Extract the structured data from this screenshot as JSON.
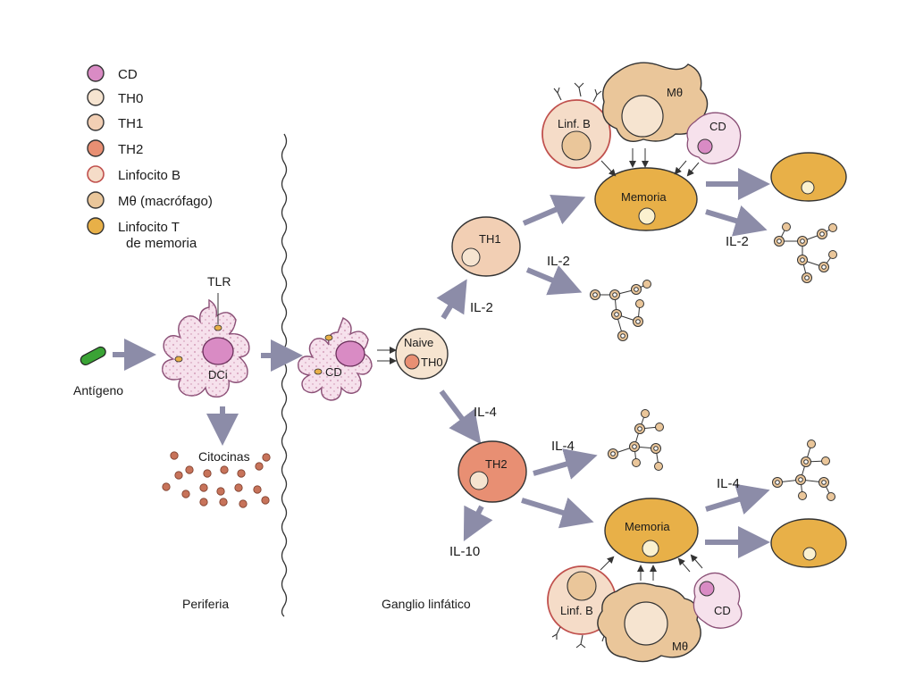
{
  "legend": {
    "items": [
      {
        "label": "CD",
        "color": "#d98bc4"
      },
      {
        "label": "TH0",
        "color": "#f6e4d0"
      },
      {
        "label": "TH1",
        "color": "#f2cfb4"
      },
      {
        "label": "TH2",
        "color": "#e88f73"
      },
      {
        "label": "Linfocito B",
        "color": "#f5dcc8"
      },
      {
        "label": "Mθ (macrófago)",
        "color": "#eac69a"
      },
      {
        "label": "Linfocito T",
        "color": "#e8b048"
      }
    ],
    "last_label_line2": "de memoria"
  },
  "colors": {
    "arrow": "#8c8ca8",
    "memory": "#e8b048",
    "dc_body": "#f6e1ec",
    "dc_outline": "#8a4f76",
    "antigen": "#3aa335",
    "cytokine": "#c7735a",
    "th2": "#e88f73",
    "th1": "#f2cfb4",
    "th0": "#f6e4d0",
    "macrophage": "#eac69a",
    "lymph_b": "#f5dcc8",
    "cd": "#d98bc4"
  },
  "labels": {
    "tlr": "TLR",
    "antigen": "Antígeno",
    "dci": "DCi",
    "citocinas": "Citocinas",
    "cd_dc": "CD",
    "naive_line1": "Naive",
    "naive_line2": "TH0",
    "th1": "TH1",
    "th2": "TH2",
    "memoria_top": "Memoria",
    "memoria_bottom": "Memoria",
    "linf_b_top": "Linf. B",
    "linf_b_bottom": "Linf. B",
    "mtheta_top": "Mθ",
    "mtheta_bottom": "Mθ",
    "cd_top": "CD",
    "cd_bottom": "CD",
    "il2_a": "IL-2",
    "il2_b": "IL-2",
    "il2_c": "IL-2",
    "il4_a": "IL-4",
    "il4_b": "IL-4",
    "il4_c": "IL-4",
    "il10": "IL-10",
    "periferia": "Periferia",
    "ganglio": "Ganglio linfático"
  }
}
